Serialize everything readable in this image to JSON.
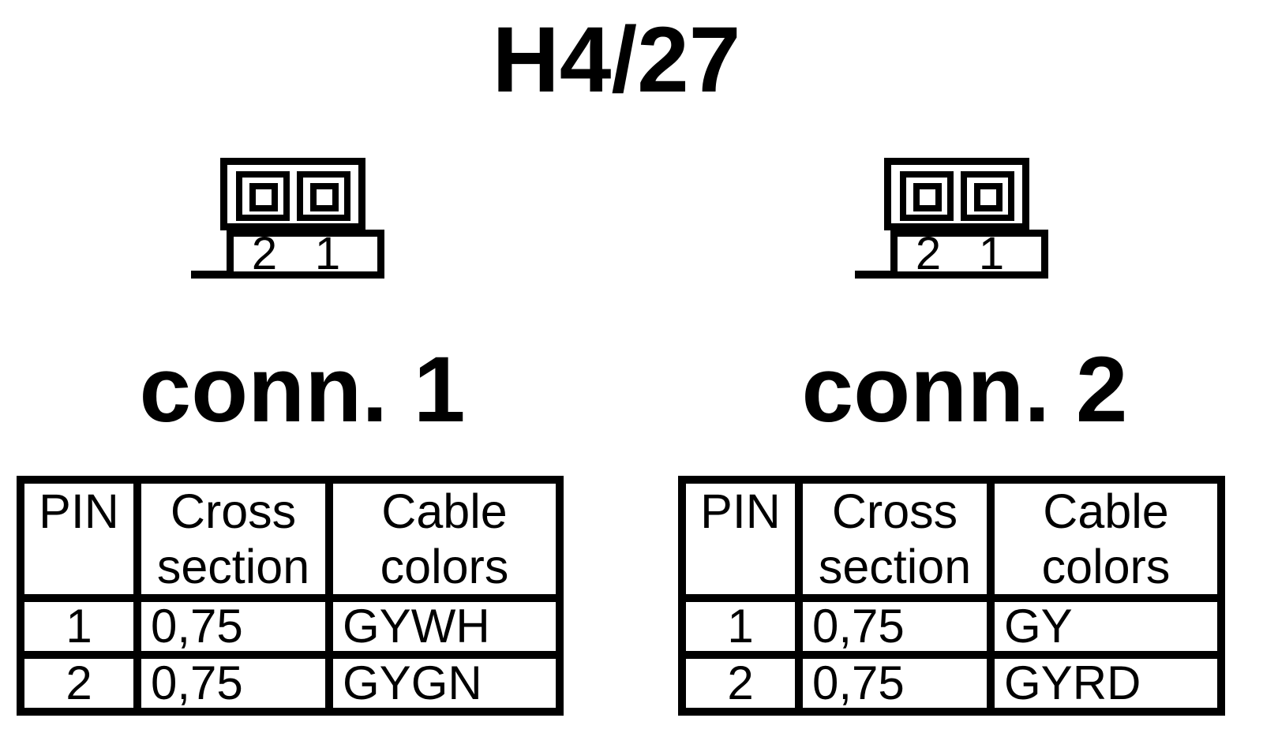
{
  "title": "H4/27",
  "colors": {
    "ink": "#000000",
    "background": "#ffffff"
  },
  "connectors": [
    {
      "label": "conn. 1",
      "drawing_pins": [
        "2",
        "1"
      ],
      "table": {
        "headers": [
          "PIN",
          "Cross section",
          "Cable colors"
        ],
        "rows": [
          [
            "1",
            "0,75",
            "GYWH"
          ],
          [
            "2",
            "0,75",
            "GYGN"
          ]
        ]
      }
    },
    {
      "label": "conn. 2",
      "drawing_pins": [
        "2",
        "1"
      ],
      "table": {
        "headers": [
          "PIN",
          "Cross section",
          "Cable colors"
        ],
        "rows": [
          [
            "1",
            "0,75",
            "GY"
          ],
          [
            "2",
            "0,75",
            "GYRD"
          ]
        ]
      }
    }
  ]
}
